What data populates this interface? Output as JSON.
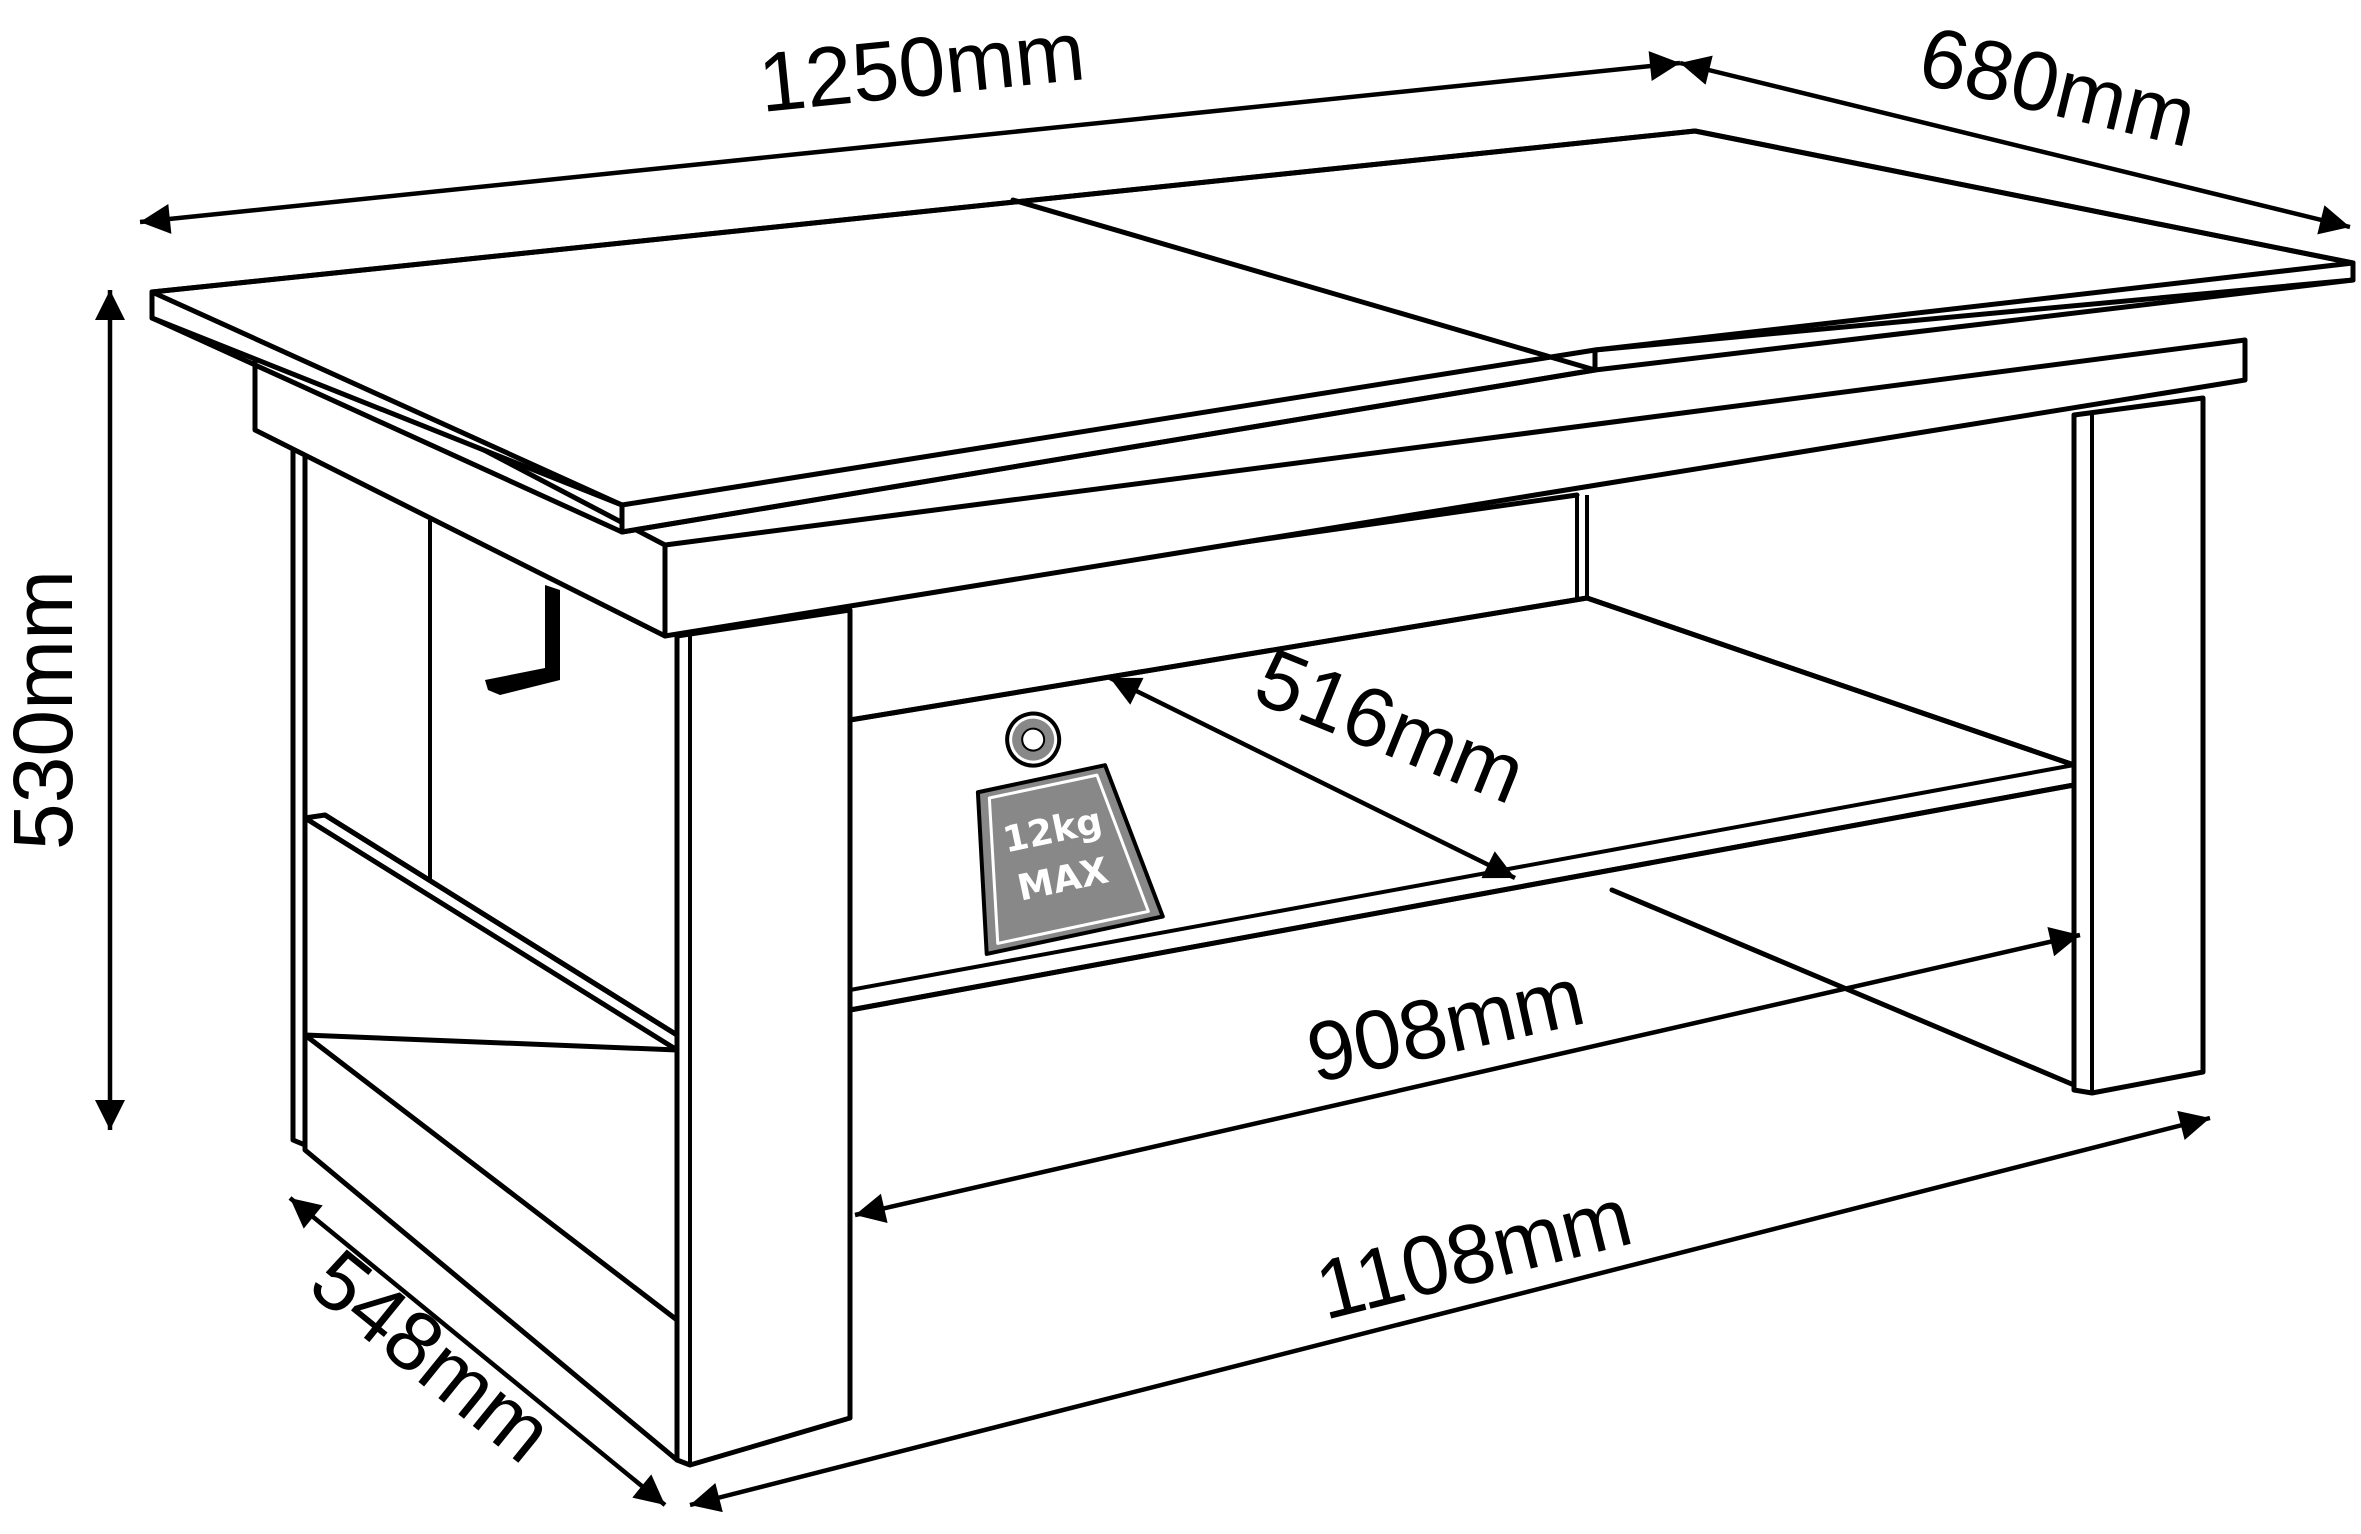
{
  "dimensions": {
    "width_top": "1250mm",
    "depth_top": "680mm",
    "height": "530mm",
    "depth_base": "548mm",
    "width_base": "1108mm",
    "shelf_width": "908mm",
    "shelf_depth": "516mm"
  },
  "weight_badge": {
    "line1": "12kg",
    "line2": "MAX",
    "color": "#888888"
  },
  "icons": {
    "weight": "weight-icon",
    "crank": "crank-handle-icon"
  }
}
